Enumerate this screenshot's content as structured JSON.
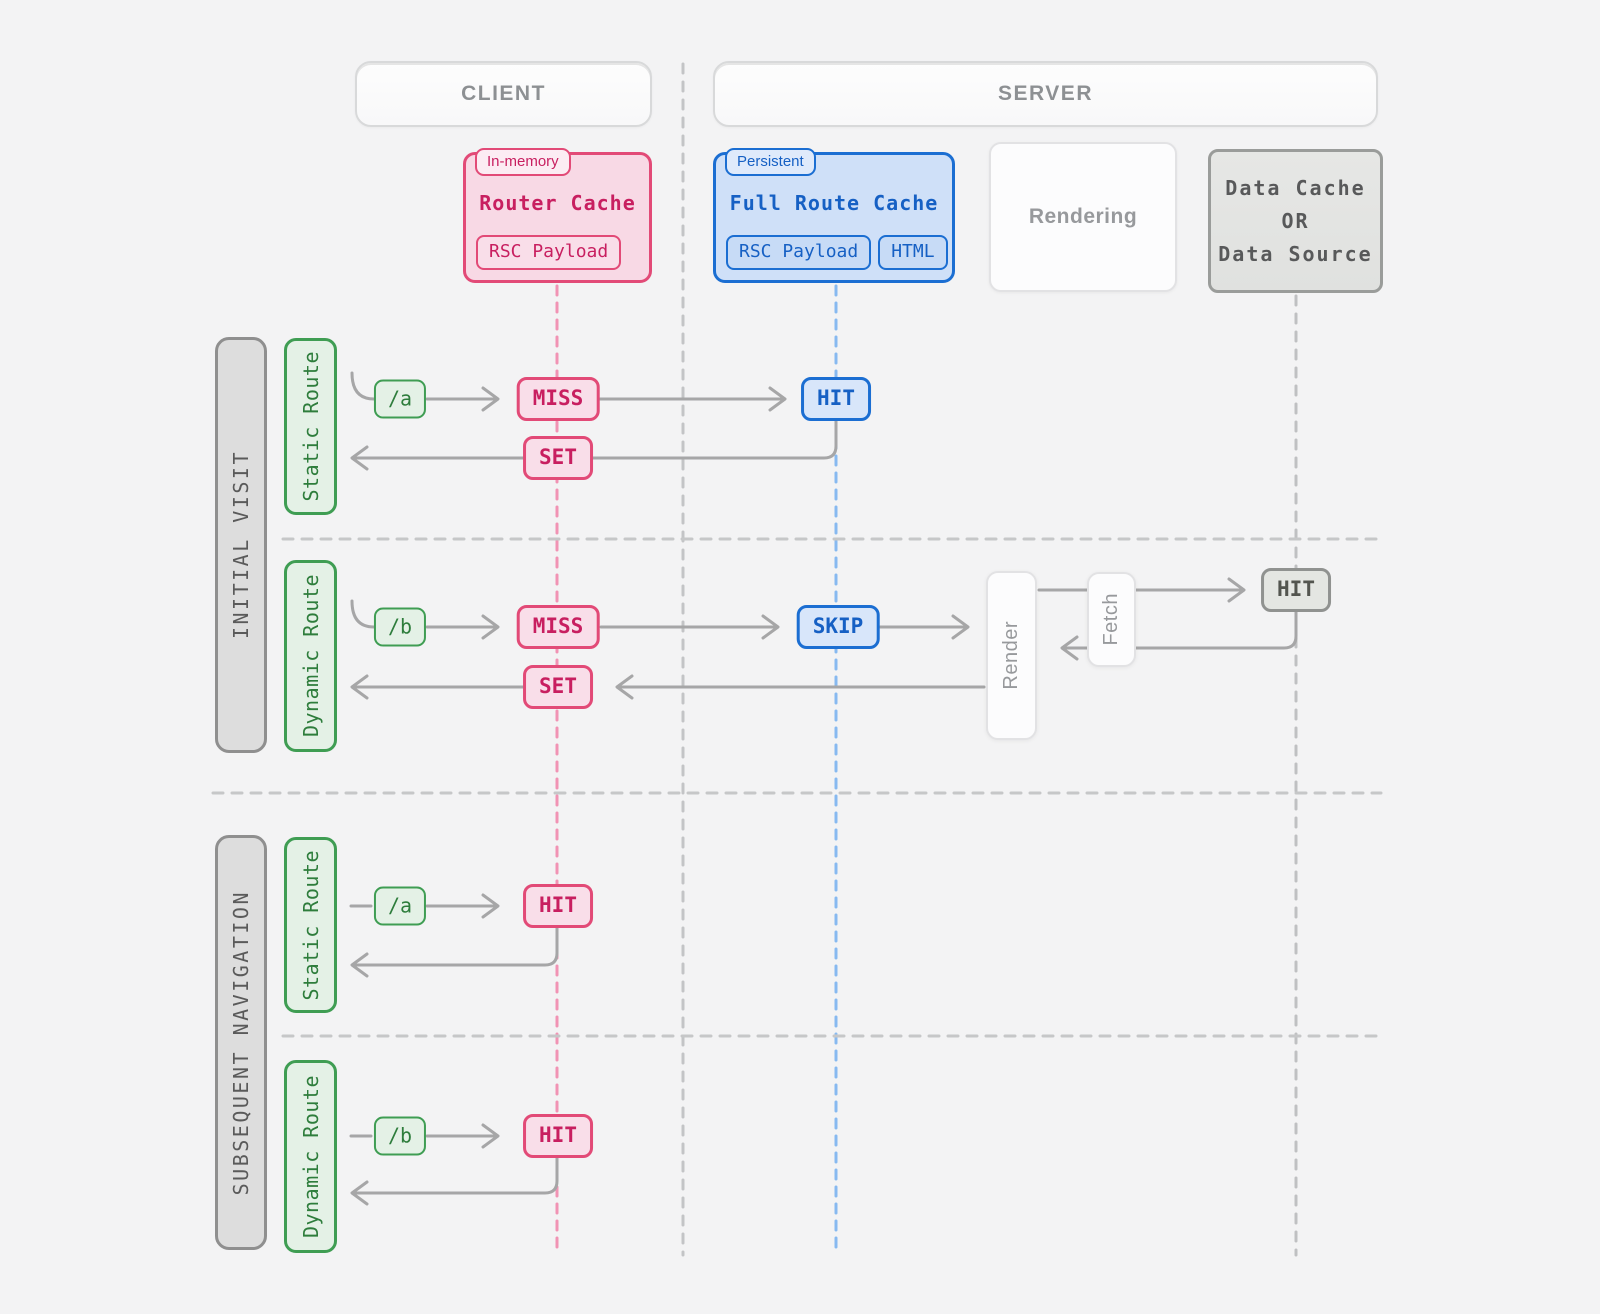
{
  "header": {
    "client": "CLIENT",
    "server": "SERVER"
  },
  "boxes": {
    "router_cache": {
      "tag": "In-memory",
      "title": "Router Cache",
      "items": [
        "RSC Payload"
      ]
    },
    "full_route_cache": {
      "tag": "Persistent",
      "title": "Full Route Cache",
      "items": [
        "RSC Payload",
        "HTML"
      ]
    },
    "rendering": {
      "title": "Rendering"
    },
    "data_cache": {
      "lines": [
        "Data Cache",
        "OR",
        "Data Source"
      ]
    }
  },
  "lanes": {
    "initial_visit": "INITIAL VISIT",
    "subsequent_navigation": "SUBSEQUENT NAVIGATION"
  },
  "flows": {
    "initial_static": {
      "lane": "Static Route",
      "route": "/a",
      "router_cache_result": "MISS",
      "full_route_cache_result": "HIT",
      "router_cache_update": "SET"
    },
    "initial_dynamic": {
      "lane": "Dynamic Route",
      "route": "/b",
      "router_cache_result": "MISS",
      "full_route_cache_result": "SKIP",
      "render": "Render",
      "fetch": "Fetch",
      "data_cache_result": "HIT",
      "router_cache_update": "SET"
    },
    "subsequent_static": {
      "lane": "Static Route",
      "route": "/a",
      "router_cache_result": "HIT"
    },
    "subsequent_dynamic": {
      "lane": "Dynamic Route",
      "route": "/b",
      "router_cache_result": "HIT"
    }
  },
  "colors": {
    "bg": "#f3f3f4",
    "pink-border": "#e24a77",
    "pink-fill": "#f8d9e5",
    "pink-badge-fill": "#f9dee9",
    "pink-text": "#c81f60",
    "pink-tag-fill": "#fcecf3",
    "pink-dash": "#f193b4",
    "blue-border": "#1b6ed2",
    "blue-fill": "#cfe0f8",
    "blue-badge-fill": "#d8e6fa",
    "blue-inner-fill": "#c7dbf6",
    "blue-text": "#1660c4",
    "blue-tag-fill": "#dfeafb",
    "blue-dash": "#87b9f0",
    "green-border": "#3f9d53",
    "green-fill": "#e4f1e6",
    "green-text": "#2e7d3c",
    "gray-pill-fill": "#dddddd",
    "gray-pill-border": "#8f8f8f",
    "gray-pill-text": "#5a5a5a",
    "data-border": "#9a9c9a",
    "data-text": "#58595a",
    "white-box-fill": "#fcfcfd",
    "white-box-border": "#e2e2e4",
    "white-box-text": "#97999c",
    "header-border": "#d8d9da",
    "header-text": "#8d9093",
    "arrow": "#a6a6a7",
    "div-dash": "#c3c4c6",
    "sep-dash": "#c6c7c8",
    "right-dash": "#bfc0c2"
  }
}
